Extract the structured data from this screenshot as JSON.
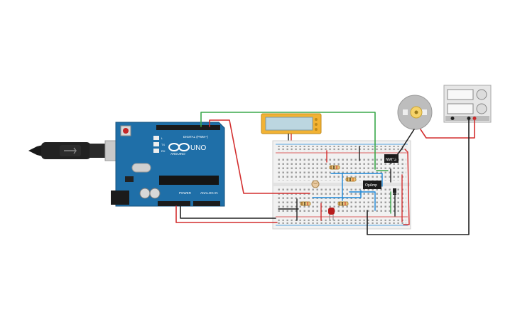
{
  "arduino": {
    "model_label": "UNO",
    "brand_label": "ARDUINO",
    "digital_header_label": "DIGITAL (PWM~)",
    "power_label": "POWER",
    "analog_label": "ANALOG IN",
    "tx_label": "TX",
    "rx_label": "RX",
    "l_label": "L"
  },
  "breadboard": {
    "mosfet_label": "NMOS",
    "opamp_label": "OpAmp"
  },
  "colors": {
    "board": "#1f6fa8",
    "wire_red": "#d32f2f",
    "wire_green": "#3aa84a",
    "wire_black": "#222222",
    "wire_blue": "#1e88d8",
    "lcd_frame": "#f2b233",
    "lcd_screen": "#bcd6e0",
    "led": "#b71c1c",
    "breadboard": "#f1f1f1"
  }
}
